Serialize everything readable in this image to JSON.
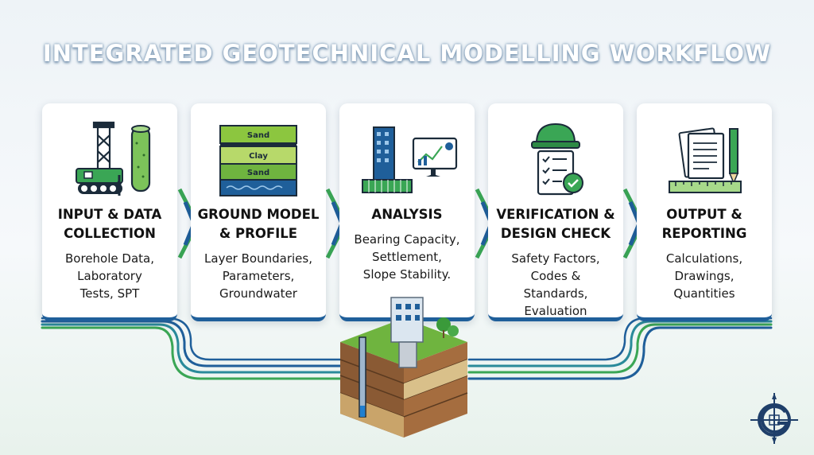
{
  "title": "INTEGRATED GEOTECHNICAL MODELLING WORKFLOW",
  "steps": [
    {
      "heading": "INPUT & DATA\nCOLLECTION",
      "description": "Borehole Data,\nLaboratory\nTests, SPT",
      "icon": "drilling-rig-icon"
    },
    {
      "heading": "GROUND MODEL\n& PROFILE",
      "description": "Layer Boundaries,\nParameters,\nGroundwater",
      "icon": "soil-layers-icon",
      "layers": [
        "Sand",
        "Clay",
        "Sand"
      ]
    },
    {
      "heading": "ANALYSIS",
      "description": "Bearing Capacity,\nSettlement,\nSlope Stability.",
      "icon": "analysis-monitor-icon"
    },
    {
      "heading": "VERIFICATION &\nDESIGN CHECK",
      "description": "Safety Factors,\nCodes &\nStandards,\nEvaluation",
      "icon": "hardhat-checklist-icon"
    },
    {
      "heading": "OUTPUT &\nREPORTING",
      "description": "Calculations,\nDrawings,\nQuantities",
      "icon": "documents-pencil-icon"
    }
  ],
  "colors": {
    "accent_blue": "#1f5f9a",
    "accent_green": "#3aa655",
    "title_glow": "#7a98b5"
  },
  "logo": "compass-g-logo"
}
